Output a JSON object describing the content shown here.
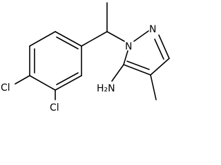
{
  "labels": {
    "cl_top": "Cl",
    "cl_bottom": "Cl",
    "n1": "N",
    "n2": "N",
    "amine": "H₂N"
  },
  "colors": {
    "bond": "#000000",
    "text": "#000000",
    "background": "#ffffff"
  }
}
